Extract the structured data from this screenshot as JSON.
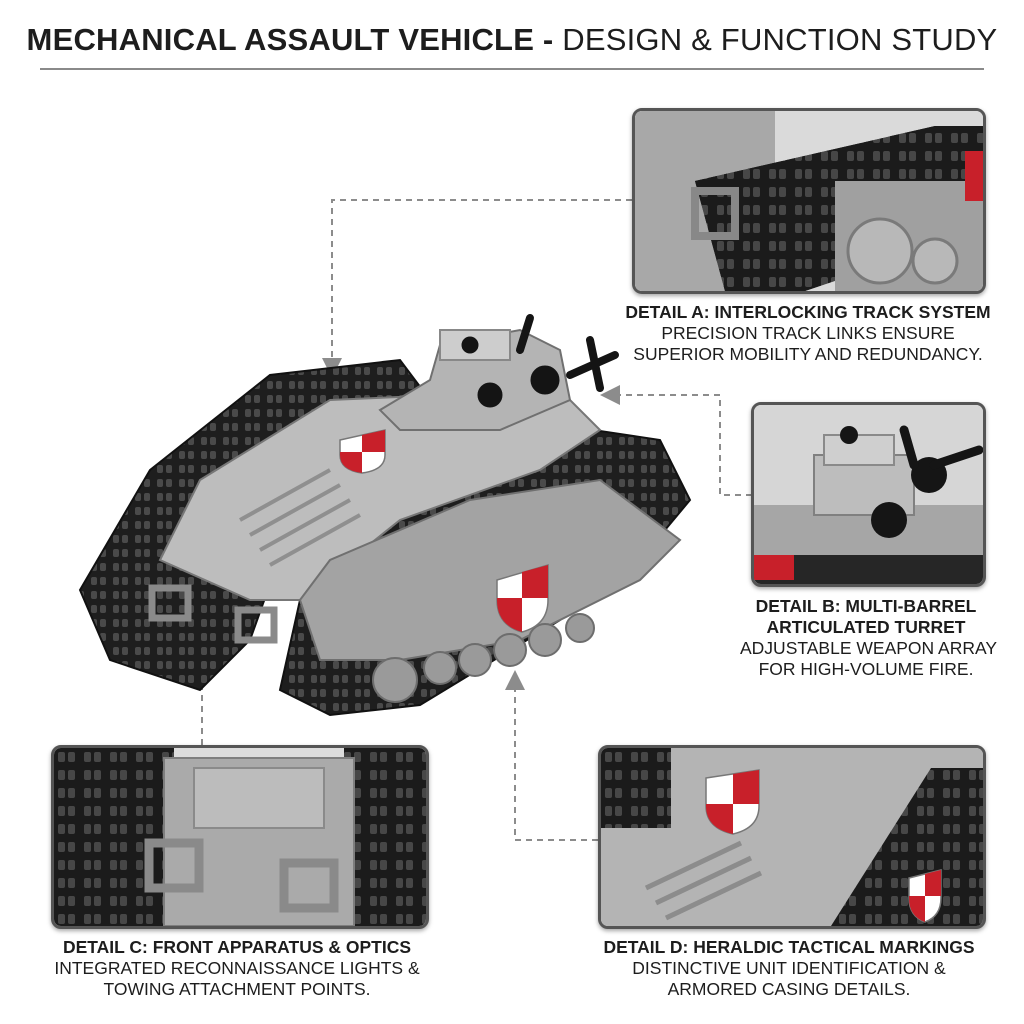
{
  "title": {
    "bold": "MECHANICAL ASSAULT VEHICLE -",
    "light": "DESIGN & FUNCTION STUDY"
  },
  "details": [
    {
      "id": "A",
      "heading": "DETAIL A: INTERLOCKING TRACK SYSTEM",
      "lines": [
        "PRECISION TRACK LINKS ENSURE",
        "SUPERIOR MOBILITY AND REDUNDANCY."
      ]
    },
    {
      "id": "B",
      "heading_lines": [
        "DETAIL B: MULTI-BARREL",
        "ARTICULATED TURRET"
      ],
      "lines": [
        "ADJUSTABLE WEAPON ARRAY",
        "FOR HIGH-VOLUME FIRE."
      ]
    },
    {
      "id": "C",
      "heading": "DETAIL C: FRONT APPARATUS & OPTICS",
      "lines": [
        "INTEGRATED RECONNAISSANCE LIGHTS &",
        "TOWING ATTACHMENT POINTS."
      ]
    },
    {
      "id": "D",
      "heading": "DETAIL D: HERALDIC TACTICAL MARKINGS",
      "lines": [
        "DISTINCTIVE UNIT IDENTIFICATION &",
        "ARMORED CASING DETAILS."
      ]
    }
  ],
  "colors": {
    "hull": "#a3a3a3",
    "hull_light": "#bdbdbd",
    "track": "#1e1e1e",
    "heraldic_red": "#c8202a",
    "connector": "#8c8c8c",
    "panel_border": "#555555"
  }
}
